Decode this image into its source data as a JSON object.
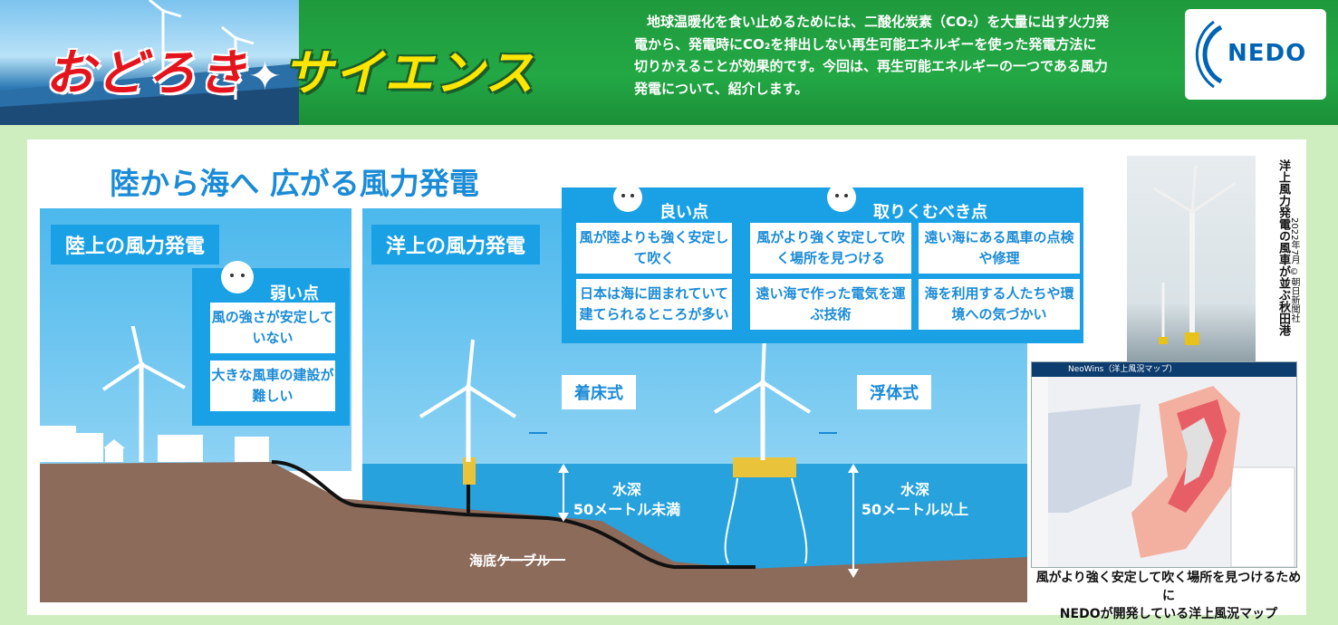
{
  "header": {
    "logo_part1": "おどろき",
    "logo_part2": "サイエンス",
    "intro_line1": "地球温暖化を食い止めるためには、二酸化炭素（CO₂）を大量に出す火力発",
    "intro_line2": "電から、発電時にCO₂を排出しない再生可能エネルギーを使った発電方法に",
    "intro_line3": "切りかえることが効果的です。今回は、再生可能エネルギーの一つである風力",
    "intro_line4": "発電について、紹介します。",
    "nedo": "NEDO"
  },
  "main": {
    "title": "陸から海へ 広がる風力発電",
    "land_label": "陸上の風力発電",
    "sea_label": "洋上の風力発電",
    "weak_title": "弱い点",
    "weak_items": [
      "風の強さが安定していない",
      "大きな風車の建設が難しい"
    ],
    "good_title": "良い点",
    "good_items": [
      "風が陸よりも強く安定して吹く",
      "日本は海に囲まれていて建てられるところが多い"
    ],
    "task_title": "取りくむべき点",
    "task_items": [
      "風がより強く安定して吹く場所を見つける",
      "遠い海にある風車の点検や修理",
      "遠い海で作った電気を運ぶ技術",
      "海を利用する人たちや環境への気づかい"
    ],
    "fixed_label": "着床式",
    "float_label": "浮体式",
    "depth1_a": "水深",
    "depth1_b": "50メートル未満",
    "depth2_a": "水深",
    "depth2_b": "50メートル以上",
    "cable_label": "海底ケーブル"
  },
  "sidebar": {
    "photo_caption": "洋上風力発電の風車が並ぶ秋田港",
    "photo_credit": "2022年7月 ©朝日新聞社",
    "map_caption_1": "風がより強く安定して吹く場所を見つけるために",
    "map_caption_2": "NEDOが開発している洋上風況マップ",
    "map_window_title": "NeoWins（洋上風況マップ）"
  },
  "colors": {
    "accent_blue": "#1aa0e4",
    "header_green": "#23a845",
    "logo_red": "#e4141c",
    "logo_yellow": "#ffe600"
  }
}
